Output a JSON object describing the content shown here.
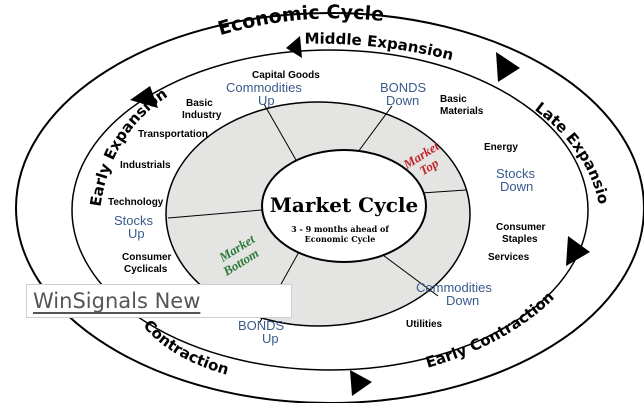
{
  "diagram": {
    "title": "Economic Cycle",
    "phases": {
      "middle_expansion": "Middle Expansion",
      "late_expansion": "Late Expansion",
      "early_contraction": "Early Contraction",
      "contraction": "Contraction",
      "early_expansion": "Early Expansion"
    },
    "sectors": {
      "capital_goods": "Capital Goods",
      "basic_industry_1": "Basic",
      "basic_industry_2": "Industry",
      "transportation": "Transportation",
      "industrials": "Industrials",
      "technology": "Technology",
      "consumer_cyclicals_1": "Consumer",
      "consumer_cyclicals_2": "Cyclicals",
      "basic_materials_1": "Basic",
      "basic_materials_2": "Materials",
      "energy": "Energy",
      "consumer_staples_1": "Consumer",
      "consumer_staples_2": "Staples",
      "services": "Services",
      "utilities": "Utilities"
    },
    "signals": {
      "commodities_up_1": "Commodities",
      "commodities_up_2": "Up",
      "bonds_down_1": "BONDS",
      "bonds_down_2": "Down",
      "stocks_down_1": "Stocks",
      "stocks_down_2": "Down",
      "commodities_down_1": "Commodities",
      "commodities_down_2": "Down",
      "bonds_up_1": "BONDS",
      "bonds_up_2": "Up",
      "stocks_up_1": "Stocks",
      "stocks_up_2": "Up"
    },
    "market": {
      "top_1": "Market",
      "top_2": "Top",
      "bottom_1": "Market",
      "bottom_2": "Bottom"
    },
    "center": {
      "title": "Market Cycle",
      "subtitle_1": "3 - 9 months ahead of",
      "subtitle_2": "Economic Cycle"
    }
  },
  "watermark": {
    "text": "WinSignals New"
  },
  "colors": {
    "outer_ring": "#ffffff",
    "inner_disc": "#e4e4e2",
    "blue_text": "#3a5a8c",
    "market_top": "#c0262b",
    "market_bottom": "#2c7a3a"
  }
}
